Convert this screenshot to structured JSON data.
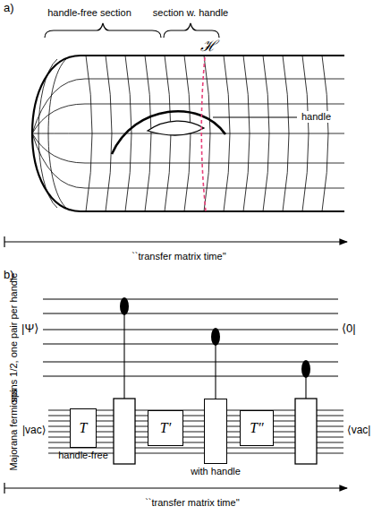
{
  "diagram": {
    "nodes": [
      {
        "text": [
          "T",
          "handle-free"
        ]
      },
      {
        "text": [
          "T′"
        ]
      },
      {
        "text": [
          "with handle"
        ]
      },
      {
        "text": [
          "T″"
        ]
      }
    ],
    "labels": [
      "a)",
      "handle-free section",
      "section w. handle",
      "ℋ",
      "handle",
      "``transfer matrix time''",
      "b)",
      "spins 1/2, one pair per handle",
      "|Ψ⟩",
      "⟨0|",
      "Majorana fermions",
      "|vac⟩",
      "⟨vac|",
      "``transfer matrix time''"
    ]
  }
}
